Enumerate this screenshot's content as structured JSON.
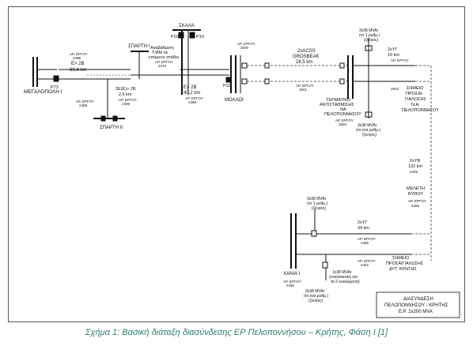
{
  "labels": {
    "megalopoli": "ΜΕΓΑΛΟΠΟΛΗ I",
    "p73": "P73",
    "line_e2b_1": "E> 2B",
    "line_e2b_1_len": "69,4 km",
    "line_ap_erg_1": "ΑΡ. ΕΡΓΟΥ",
    "line_ap_erg_1_no": "2496",
    "sparti1": "ΣΠΑΡΤΗ I",
    "sparti2": "ΣΠΑΡΤΗ II",
    "line_2e_2b": "2E(E)> 2B",
    "line_2e_2b_len": "2,6 km",
    "line_ap_erg_2_no": "2498",
    "line_ap_erg_3_no": "2499",
    "anavathmisi": "Αναβάθμιση",
    "anavathmisi2": "Τ/ΑΜ σε",
    "anavathmisi3": "επόμενο στάδιο",
    "ap_erg_anav_no": "2370",
    "skala": "ΣΚΑΛΑ",
    "p20": "P20",
    "p10": "P10",
    "line_e2b_2": "E> 2B",
    "line_e2b_2_len": "40,2 km",
    "line_ap_erg_4_no": "2488",
    "moloi": "ΜΟΛΑΟΙ",
    "p10b": "P10",
    "line_2xacss": "2xACSS",
    "line_grosbeak": "GROSBEAK",
    "line_grosbeak_len": "28,5 km",
    "line_ap_erg_5_no": "2500",
    "line_ap_erg_6_no": "2501",
    "termatiko1": "ΤΕΡΜΑΤΙΚΟ",
    "termatiko2": "ΑΝΤΙΣΤΑΘΜΙΣΗΣ",
    "termatiko3": "ΝΑ",
    "termatiko4": "ΠΕΛΟΠΟΝΝΗΣΟΥ",
    "ap_erg_term_no": "2504",
    "cap_top1": "3x38 MVAr",
    "cap_top2": "(το 1 ρυθμ.)",
    "cap_top3": "(ζεύγος)",
    "cap_bot1": "3x38 MVAr",
    "cap_bot2": "(το ένα ρυθμ.)",
    "cap_bot3": "(ζεύγος)",
    "line_2xyg": "2xYΓ",
    "line_2xyg_len": "10 km",
    "line_ap_erg_7_no": "2503",
    "simeio1": "ΣΗΜΕΙΟ",
    "simeio2": "ΠΡΟΣΑΙ-",
    "simeio3": "ΓΙΑΛΩΣΗΣ",
    "simeio4": "Ν.Α.",
    "simeio5": "ΠΕΛΟΠΟΝΝΗΣΟΥ",
    "line_2xyb": "2xYB",
    "line_2xyb_len": "132 km",
    "line_ap_erg_8_no": "2405",
    "meleti1": "ΜΕΛΕΤΗ",
    "meleti2": "ΒΥΘΟΥ",
    "ap_erg_meleti_no": "2466",
    "chania": "ΧΑΝΙΑ I",
    "ap_erg_chania_no": "2400",
    "cap_cr1": "3x38 MVAr",
    "cap_cr2": "(το 1 ρυθμ.)",
    "cap_cr3": "(ζεύγος)",
    "line_2xyg2": "2xYΓ",
    "line_2xyg2_len": "34 km",
    "line_ap_erg_9_no": "2496",
    "ap_erg_10_no": "2402",
    "simeio_kr1": "ΣΗΜΕΙΟ",
    "simeio_kr2": "ΠΡΟΣΑΙΓΙΑΛΩΣΗΣ",
    "simeio_kr3": "ΔΥΤ. ΚΡΗΤΗΣ",
    "cap_cr_bot1": "3x38 MVAr",
    "cap_cr_bot2": "(το ένα ρυθμ.)",
    "cap_cr_bot3": "(ζεύγος)",
    "reactor1": "1x38 MVAr",
    "reactor2": "(εναλλακτική για",
    "reactor3": "τα 2 κυκλώματα)",
    "ap_erg": "ΑΡ. ΕΡΓΟΥ",
    "legend1": "ΔΙΑΣΥΝΔΕΣΗ",
    "legend2": "ΠΕΛΟΠΟΝΝΗΣΟΥ - ΚΡΗΤΗΣ",
    "legend3": "E.P. 2x200 MVA"
  },
  "caption": "Σχήμα 1: Βασική διάταξη διασύνδεσης ΕΡ Πελοποννήσου – Κρήτης, Φάση Ι [1]",
  "colors": {
    "line": "#111111",
    "dash": "#333333",
    "caption": "#2e7d6e"
  }
}
